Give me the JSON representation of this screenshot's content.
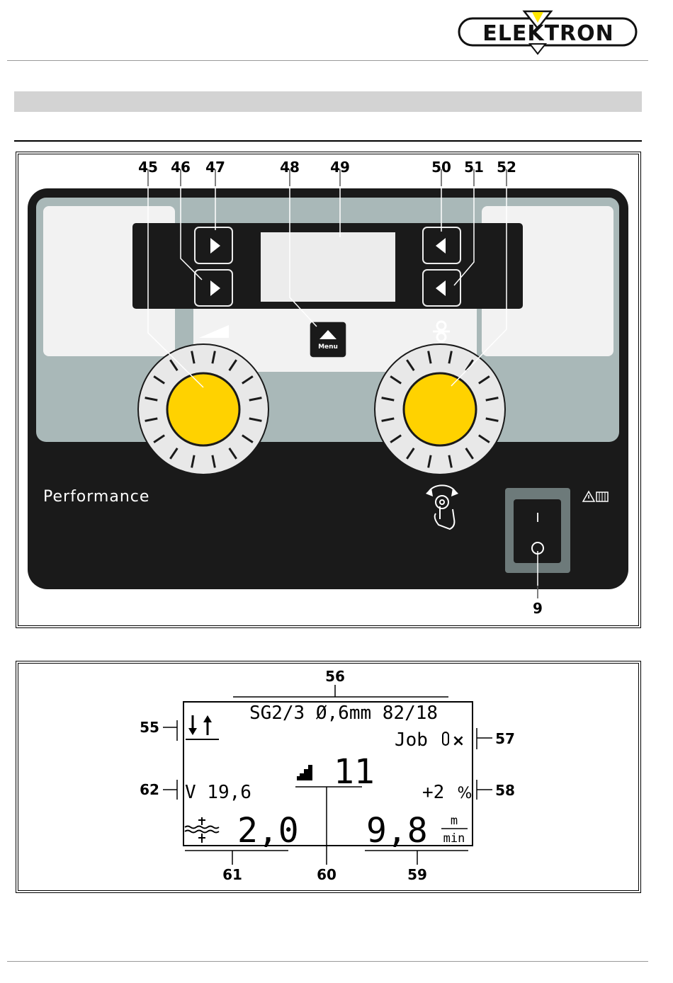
{
  "header": {
    "logo_text": "ELEKTRON"
  },
  "control_panel": {
    "model_label": "Performance",
    "menu_button_label": "Menu",
    "switch_on_label": "I",
    "callouts": [
      "45",
      "46",
      "47",
      "48",
      "49",
      "50",
      "51",
      "52",
      "9"
    ]
  },
  "display": {
    "wire_info": "SG2/3 Ø,6mm 82/18",
    "job_label": "Job",
    "voltage": "V 19,6",
    "correction": "+2",
    "program_number": "11",
    "thickness_value": "2,0",
    "wire_speed_value": "9,8",
    "wire_speed_unit_top": "m",
    "wire_speed_unit_bottom": "min",
    "callouts": [
      "55",
      "56",
      "57",
      "58",
      "59",
      "60",
      "61",
      "62"
    ]
  },
  "colors": {
    "knob_yellow": "#ffd200",
    "panel_black": "#1a1a1a",
    "panel_grey": "#a9b8b8",
    "switch_grey": "#6d7a7a",
    "logo_yellow": "#ffe600"
  }
}
